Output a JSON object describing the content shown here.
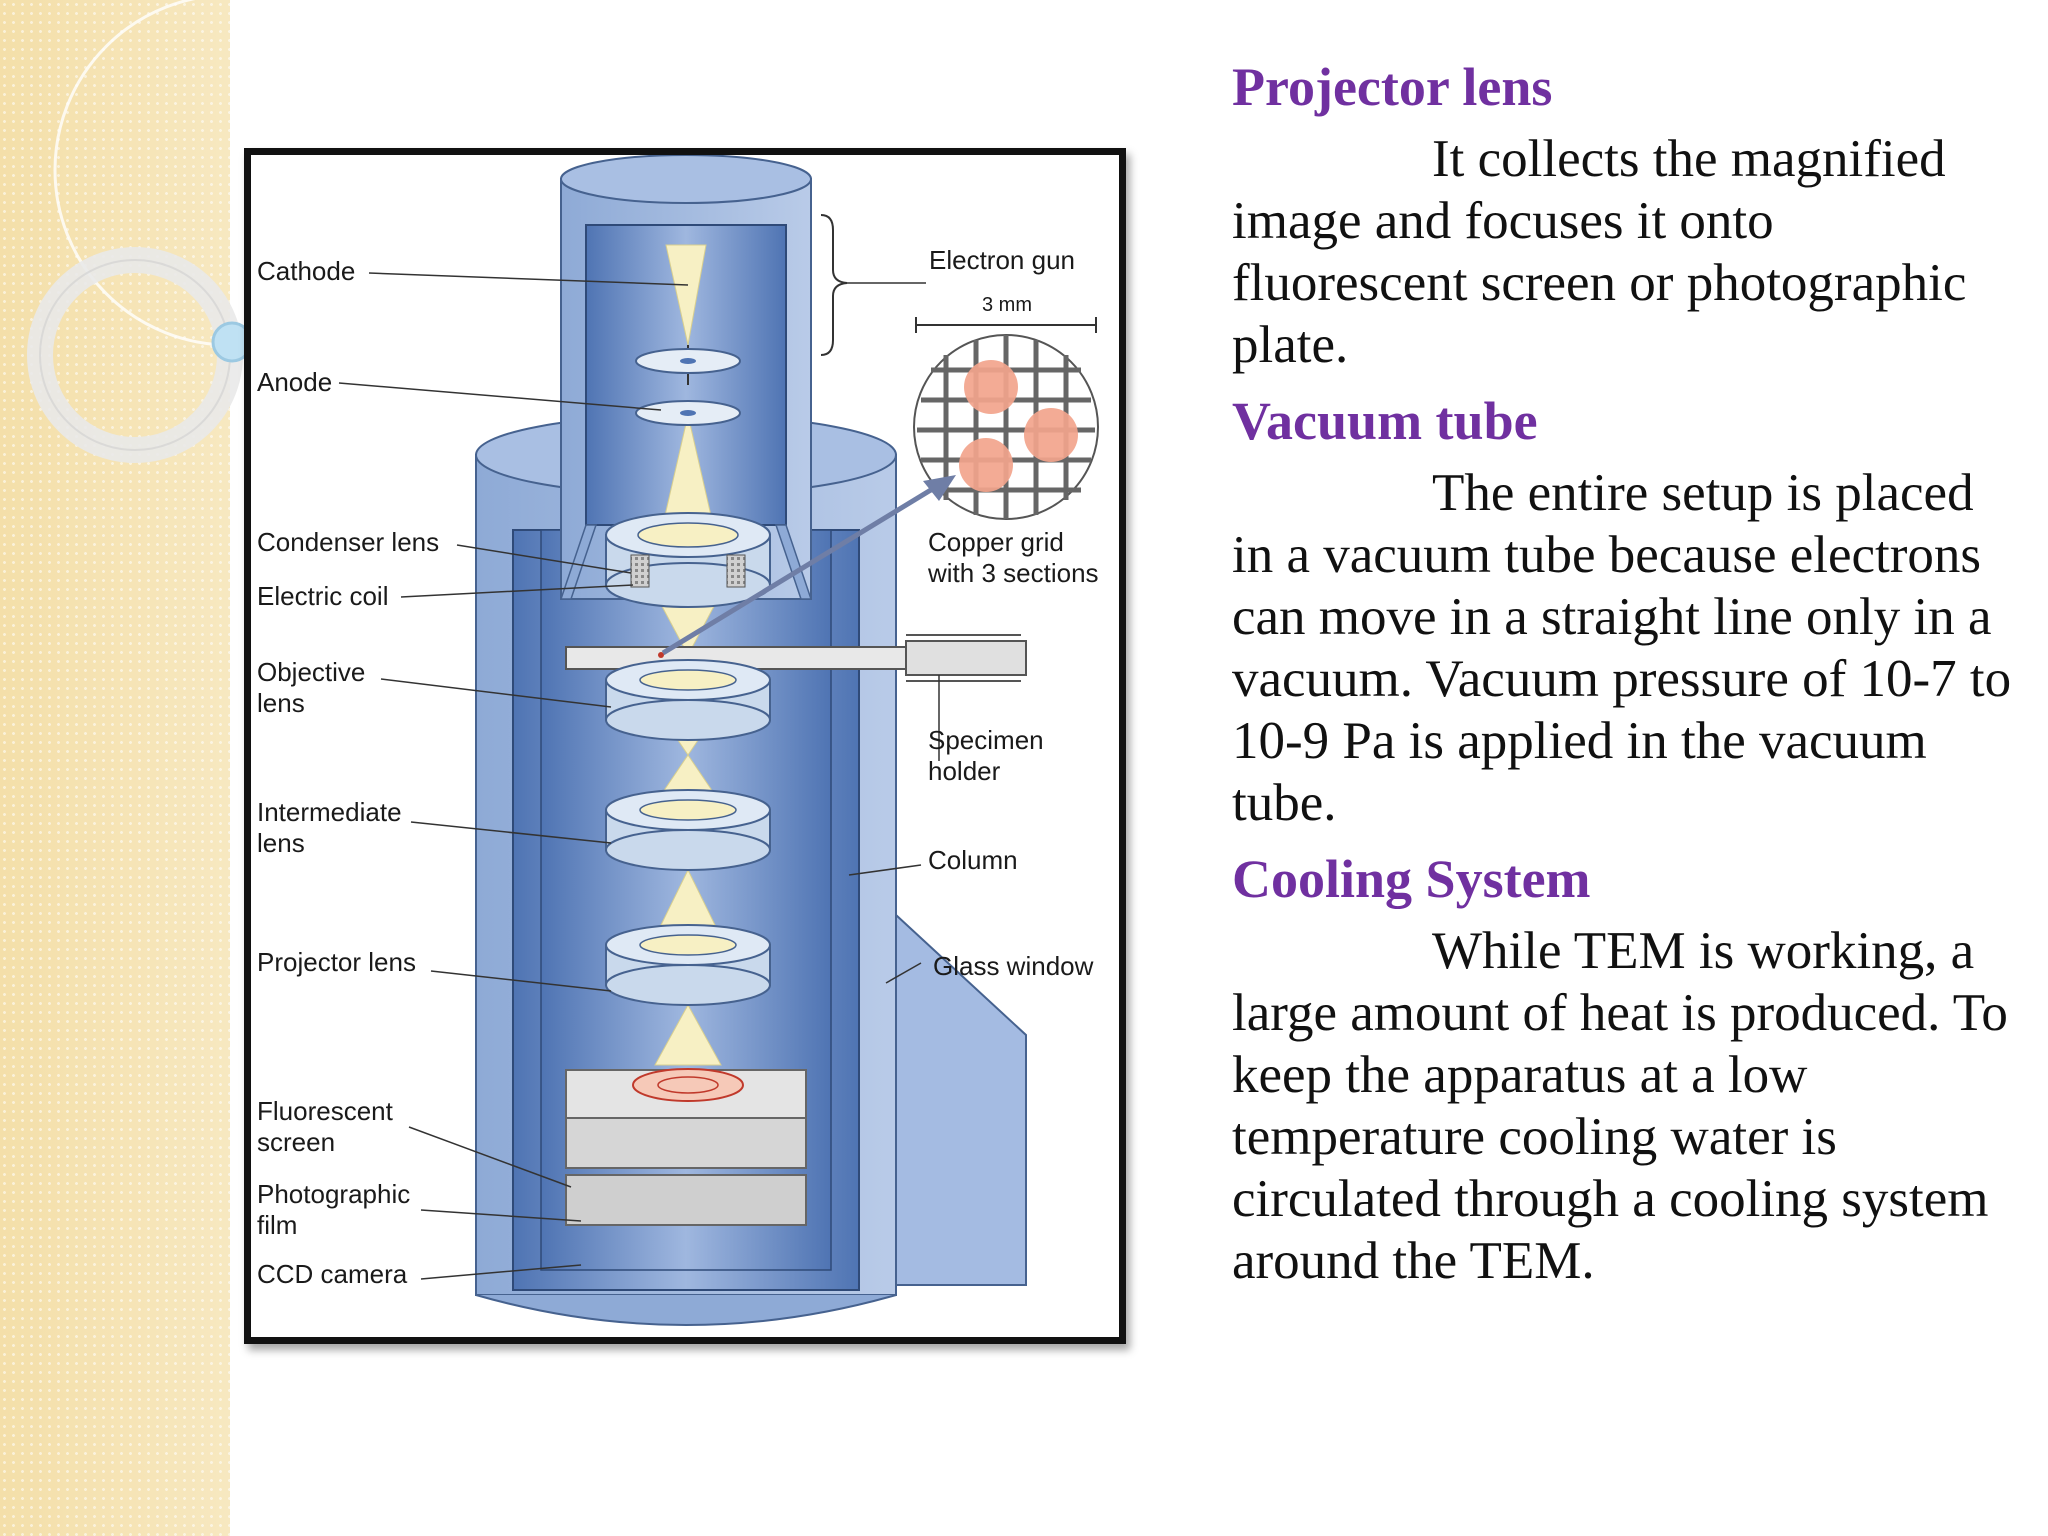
{
  "diagram": {
    "labels_left": {
      "cathode": "Cathode",
      "anode": "Anode",
      "condenser_lens": "Condenser lens",
      "electric_coil": "Electric coil",
      "objective_lens_1": "Objective",
      "objective_lens_2": "lens",
      "intermediate_lens_1": "Intermediate",
      "intermediate_lens_2": "lens",
      "projector_lens": "Projector lens",
      "fluorescent_screen_1": "Fluorescent",
      "fluorescent_screen_2": "screen",
      "photographic_film_1": "Photographic",
      "photographic_film_2": "film",
      "ccd_camera": "CCD camera"
    },
    "labels_right": {
      "electron_gun": "Electron gun",
      "scale": "3 mm",
      "copper_grid_1": "Copper grid",
      "copper_grid_2": "with 3 sections",
      "specimen_holder_1": "Specimen",
      "specimen_holder_2": "holder",
      "column": "Column",
      "glass_window": "Glass window"
    }
  },
  "sections": [
    {
      "heading": "Projector lens",
      "body": "It collects the magnified image and focuses it onto fluorescent screen or photographic plate."
    },
    {
      "heading": "Vacuum tube",
      "body": "The entire setup is placed in a vacuum tube because electrons can move in a straight line only in a vacuum.  Vacuum pressure of 10-7 to 10-9 Pa is applied in the vacuum tube."
    },
    {
      "heading": "Cooling System",
      "body": "While TEM is working, a large amount of heat is produced.  To keep the apparatus at a low temperature cooling water is circulated through a cooling system around the TEM."
    }
  ],
  "colors": {
    "heading": "#7030a0",
    "column_blue": "#6f93c7",
    "beam": "#f7f0c4",
    "copper": "#f2a48c"
  }
}
